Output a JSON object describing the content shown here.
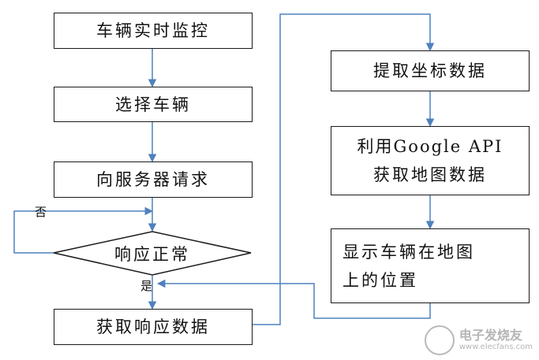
{
  "nodes": {
    "monitor": "车辆实时监控",
    "select": "选择车辆",
    "request": "向服务器请求",
    "decision": "响应正常",
    "get_response": "获取响应数据",
    "extract": "提取坐标数据",
    "google_line1": "利用Google API",
    "google_line2": "获取地图数据",
    "show_line1": "显示车辆在地图",
    "show_line2": "上的位置"
  },
  "edge_labels": {
    "no": "否",
    "yes": "是"
  },
  "watermark": {
    "cn": "电子发烧友",
    "url": "www.elecfans.com"
  },
  "colors": {
    "arrow": "#4f81bd",
    "border": "#1a1a1a"
  }
}
